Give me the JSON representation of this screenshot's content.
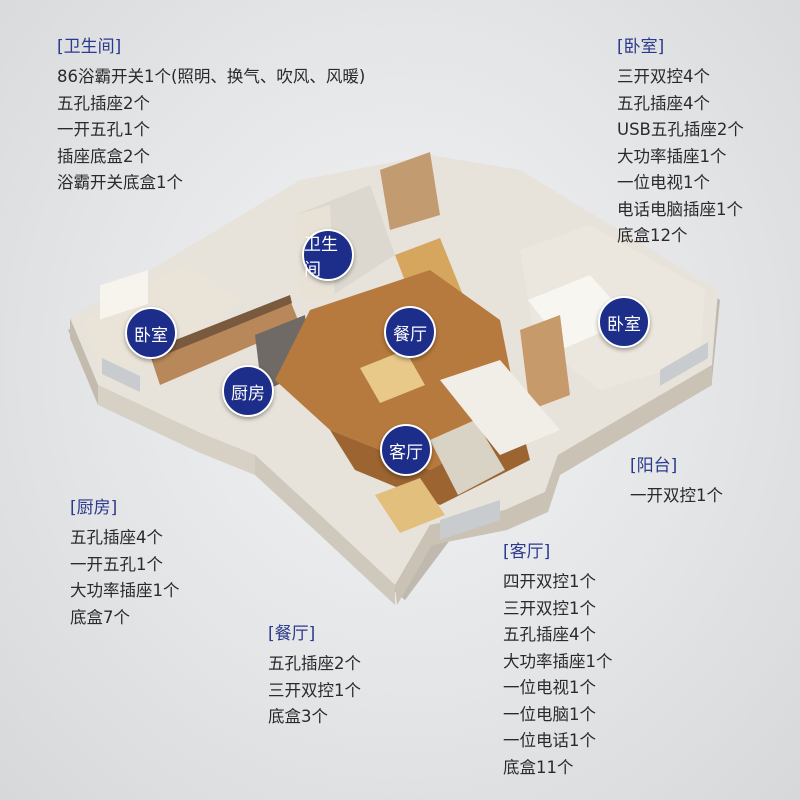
{
  "colors": {
    "accent": "#2b3a8c",
    "badge": "#1d2d8a"
  },
  "badges": {
    "bathroom": "卫生间",
    "bedroom_left": "卧室",
    "dining": "餐厅",
    "bedroom_right": "卧室",
    "kitchen": "厨房",
    "living": "客厅"
  },
  "sections": {
    "bathroom": {
      "title": "[卫生间]",
      "items": [
        "86浴霸开关1个(照明、换气、吹风、风暖)",
        "五孔插座2个",
        "一开五孔1个",
        "插座底盒2个",
        "浴霸开关底盒1个"
      ]
    },
    "bedroom": {
      "title": "[卧室]",
      "items": [
        "三开双控4个",
        "五孔插座4个",
        "USB五孔插座2个",
        "大功率插座1个",
        "一位电视1个",
        "电话电脑插座1个",
        "底盒12个"
      ]
    },
    "balcony": {
      "title": "[阳台]",
      "items": [
        "一开双控1个"
      ]
    },
    "kitchen": {
      "title": "[厨房]",
      "items": [
        "五孔插座4个",
        "一开五孔1个",
        "大功率插座1个",
        "底盒7个"
      ]
    },
    "living": {
      "title": "[客厅]",
      "items": [
        "四开双控1个",
        "三开双控1个",
        "五孔插座4个",
        "大功率插座1个",
        "一位电视1个",
        "一位电脑1个",
        "一位电话1个",
        "底盒11个"
      ]
    },
    "dining": {
      "title": "[餐厅]",
      "items": [
        "五孔插座2个",
        "三开双控1个",
        "底盒3个"
      ]
    }
  }
}
